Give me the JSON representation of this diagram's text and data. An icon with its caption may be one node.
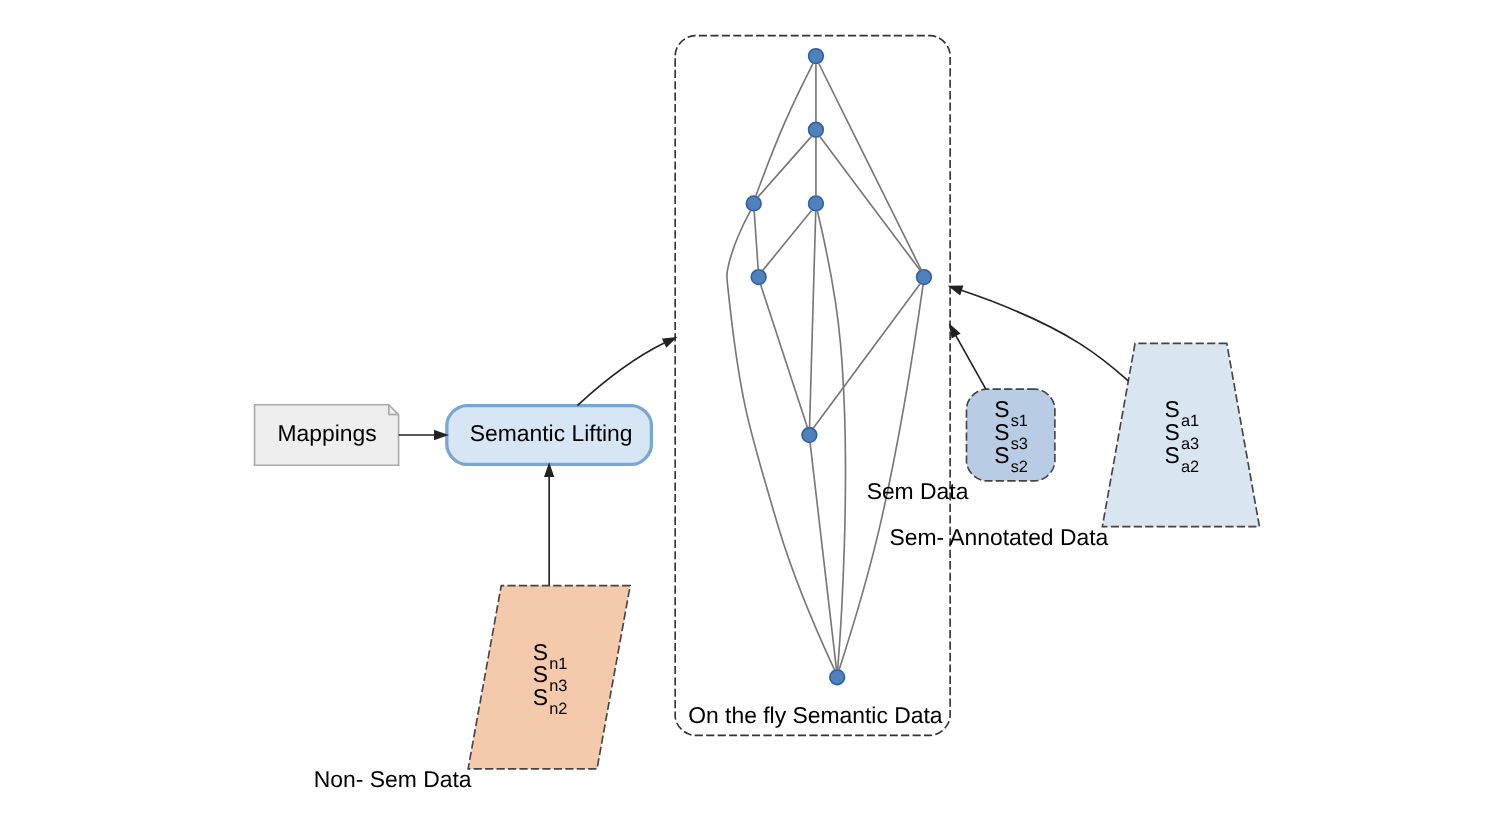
{
  "diagram": {
    "nodes": [
      {
        "text": [
          "On the fly Semantic Data"
        ]
      },
      {
        "text": [],
        "shape": "circle",
        "in": 0
      },
      {
        "text": [],
        "shape": "circle",
        "in": 0
      },
      {
        "text": [],
        "shape": "circle",
        "in": 0
      },
      {
        "text": [],
        "shape": "circle",
        "in": 0
      },
      {
        "text": [],
        "shape": "circle",
        "in": 0
      },
      {
        "text": [],
        "shape": "circle",
        "in": 0
      },
      {
        "text": [],
        "shape": "circle",
        "in": 0
      },
      {
        "text": [],
        "shape": "circle",
        "in": 0
      },
      {
        "text": [
          "Semantic Lifting"
        ]
      },
      {
        "text": [
          "Mappings"
        ]
      },
      {
        "text": [
          "S$_{s1}$",
          "S$_{s3}$",
          "S$_{s2}$"
        ],
        "beside": [
          "Sem Data"
        ]
      },
      {
        "text": [
          "S$_{a1}$",
          "S$_{a3}$",
          "S$_{a2}$"
        ],
        "beside": [
          "Sem- Annotated Data"
        ]
      },
      {
        "text": [
          "S$_{n1}$",
          "S$_{n3}$",
          "S$_{n2}$"
        ],
        "beside": [
          "Non- Sem Data"
        ]
      }
    ],
    "edges": [
      {
        "from": 4,
        "to": 1,
        "arrow": "none"
      },
      {
        "from": 4,
        "to": 3,
        "arrow": "none"
      },
      {
        "from": 4,
        "to": 5,
        "arrow": "none"
      },
      {
        "from": 4,
        "to": 6,
        "arrow": "none"
      },
      {
        "from": 1,
        "to": 3,
        "arrow": "none"
      },
      {
        "from": 1,
        "to": 2,
        "arrow": "none"
      },
      {
        "from": 1,
        "to": 5,
        "arrow": "none"
      },
      {
        "from": 2,
        "to": 3,
        "arrow": "none"
      },
      {
        "from": 3,
        "to": 7,
        "arrow": "none"
      },
      {
        "from": 2,
        "to": 6,
        "arrow": "none"
      },
      {
        "from": 6,
        "to": 8,
        "arrow": "none"
      },
      {
        "from": 6,
        "to": 7,
        "arrow": "none"
      },
      {
        "from": 5,
        "to": 8,
        "arrow": "none"
      },
      {
        "from": 7,
        "to": 8,
        "arrow": "none"
      },
      {
        "from": 5,
        "to": 7,
        "arrow": "none"
      },
      {
        "from": 11,
        "to": 0,
        "arrow": "to"
      },
      {
        "from": 12,
        "to": 0,
        "arrow": "to"
      },
      {
        "from": 9,
        "to": 0,
        "arrow": "to"
      },
      {
        "from": 10,
        "to": 9,
        "arrow": "to"
      },
      {
        "from": 13,
        "to": 9,
        "arrow": "to"
      }
    ]
  }
}
